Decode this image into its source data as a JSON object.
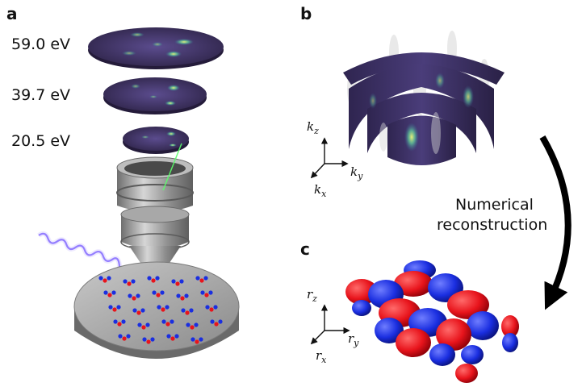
{
  "panels": {
    "a": {
      "letter": "a",
      "energies": [
        "59.0 eV",
        "39.7 eV",
        "20.5 eV"
      ]
    },
    "b": {
      "letter": "b",
      "axes": {
        "z": "k",
        "z_sub": "z",
        "y": "k",
        "y_sub": "y",
        "x": "k",
        "x_sub": "x"
      }
    },
    "c": {
      "letter": "c",
      "axes": {
        "z": "r",
        "z_sub": "z",
        "y": "r",
        "y_sub": "y",
        "x": "r",
        "x_sub": "x"
      }
    }
  },
  "arrow_caption": [
    "Numerical",
    "reconstruction"
  ],
  "colors": {
    "disc_dark": "#3c2f5e",
    "disc_glow": "#c8e85a",
    "lobe_red": "#e8141c",
    "lobe_blue": "#1a2ee0",
    "metal": "#9a9a9a",
    "beam": "#6a4cff"
  }
}
